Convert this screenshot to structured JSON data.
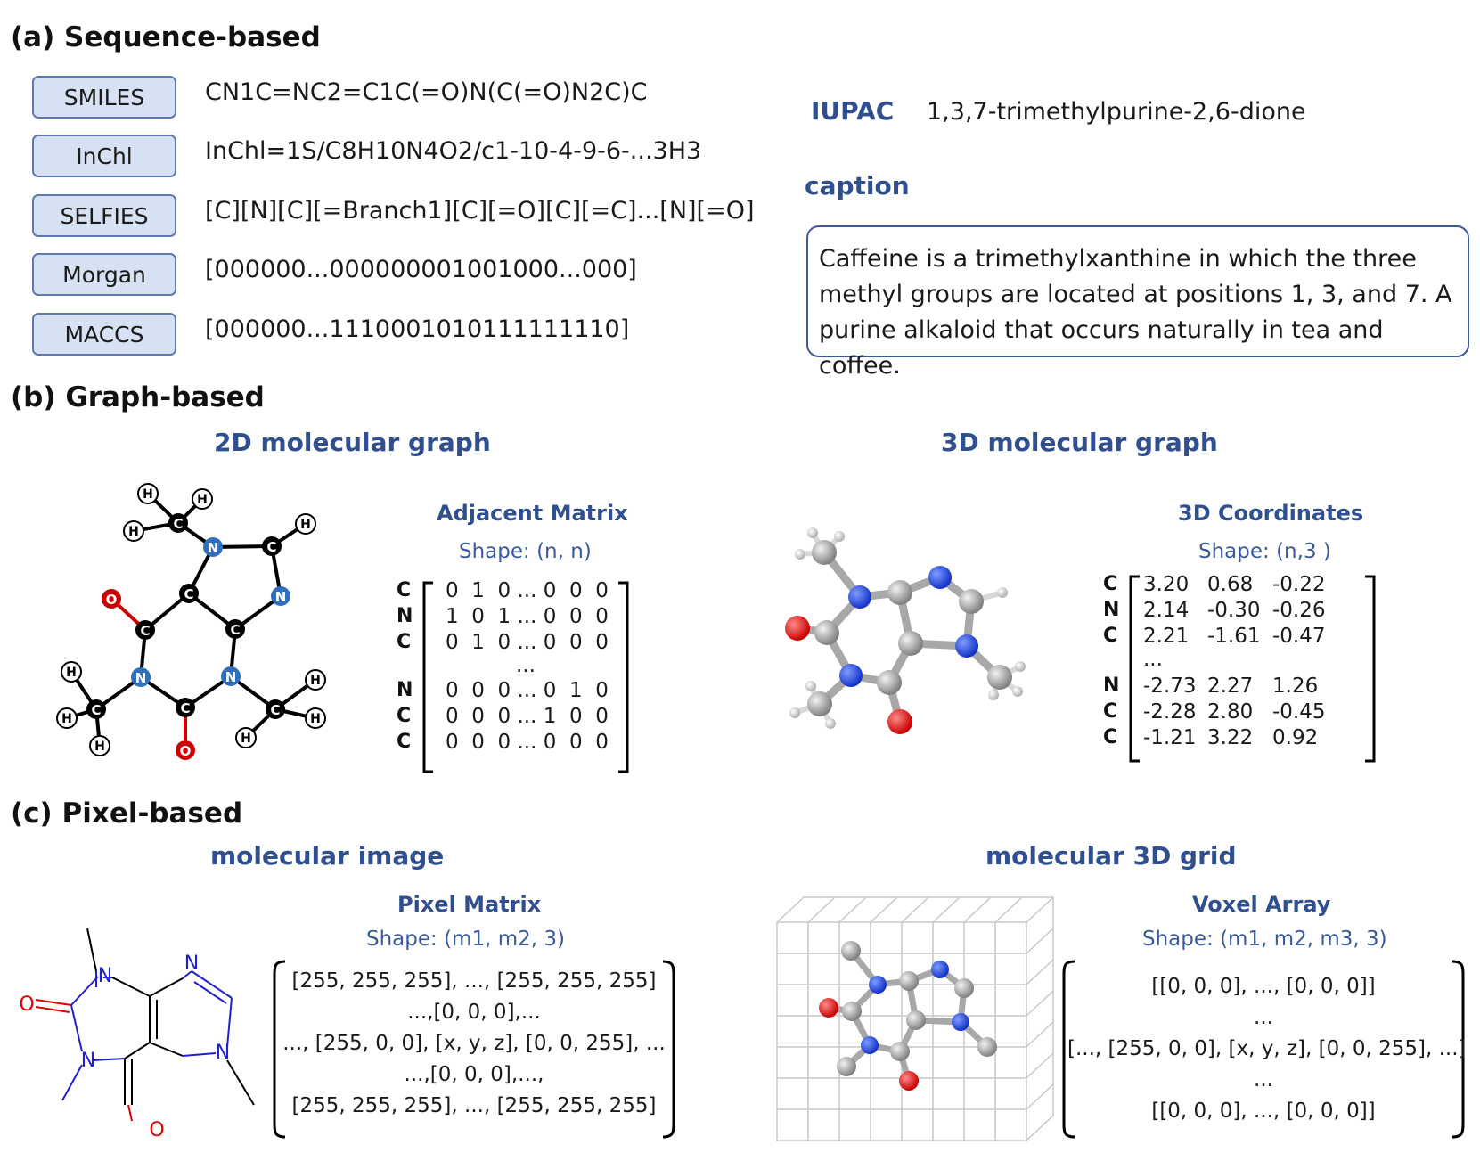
{
  "sections": {
    "a": "(a) Sequence-based",
    "b": "(b) Graph-based",
    "c": "(c) Pixel-based"
  },
  "sequence": {
    "formats": [
      {
        "name": "SMILES",
        "value": "CN1C=NC2=C1C(=O)N(C(=O)N2C)C"
      },
      {
        "name": "InChl",
        "value": "InChl=1S/C8H10N4O2/c1-10-4-9-6-...3H3"
      },
      {
        "name": "SELFIES",
        "value": "[C][N][C][=Branch1][C][=O][C][=C]...[N][=O]"
      },
      {
        "name": "Morgan",
        "value": "[000000...000000001001000...000]"
      },
      {
        "name": "MACCS",
        "value": "[000000...1110001010111111110]"
      }
    ],
    "iupac_label": "IUPAC",
    "iupac_value": "1,3,7-trimethylpurine-2,6-dione",
    "caption_label": "caption",
    "caption_text": "Caffeine is a trimethylxanthine in which the three methyl groups are located at positions 1, 3, and 7. A purine alkaloid that occurs naturally in tea and coffee."
  },
  "graph": {
    "g2d_title": "2D molecular graph",
    "g3d_title": "3D molecular graph",
    "adj": {
      "title": "Adjacent Matrix",
      "shape": "Shape: (n, n)",
      "row_labels": [
        "C",
        "N",
        "C",
        "",
        "N",
        "C",
        "C"
      ],
      "rows": [
        "0  1  0 ... 0  0  0",
        "1  0  1 ... 0  0  0",
        "0  1  0 ... 0  0  0",
        "...",
        "0  0  0 ... 0  1  0",
        "0  0  0 ... 1  0  0",
        "0  0  0 ... 0  0  0"
      ]
    },
    "coords": {
      "title": "3D Coordinates",
      "shape": "Shape: (n,3 )",
      "row_labels": [
        "C",
        "N",
        "C",
        "",
        "N",
        "C",
        "C"
      ],
      "rows": [
        [
          "3.20",
          "0.68",
          "-0.22"
        ],
        [
          "2.14",
          "-0.30",
          "-0.26"
        ],
        [
          "2.21",
          "-1.61",
          "-0.47"
        ],
        [
          "...",
          "",
          ""
        ],
        [
          "-2.73",
          "2.27",
          "1.26"
        ],
        [
          "-2.28",
          "2.80",
          "-0.45"
        ],
        [
          "-1.21",
          "3.22",
          "0.92"
        ]
      ]
    },
    "atoms": {
      "C": "C",
      "N": "N",
      "O": "O",
      "H": "H"
    }
  },
  "pixel": {
    "img_title": "molecular image",
    "grid_title": "molecular 3D grid",
    "pixel_matrix": {
      "title": "Pixel Matrix",
      "shape": "Shape: (m1, m2, 3)",
      "lines": [
        "[255, 255, 255], ..., [255, 255, 255]",
        "...,[0, 0, 0],...",
        "..., [255, 0, 0], [x, y, z], [0, 0, 255], ...",
        "...,[0, 0, 0],...,",
        "[255, 255, 255], ..., [255, 255, 255]"
      ]
    },
    "voxel_array": {
      "title": "Voxel Array",
      "shape": "Shape: (m1, m2, m3, 3)",
      "lines": [
        "[[0, 0, 0], ..., [0, 0, 0]]",
        "...",
        "[..., [255, 0, 0], [x, y, z], [0, 0, 255], ...]",
        "...",
        "[[0, 0, 0], ..., [0, 0, 0]]"
      ]
    },
    "skeletal_atoms": {
      "N": "N",
      "O": "O"
    }
  },
  "colors": {
    "title_blue": "#2f4f8f",
    "button_fill": "#d6e1f3",
    "button_border": "#5d79ad",
    "oxygen_red": "#cc0000",
    "nitrogen_blue": "#2e6fc0",
    "carbon_black": "#000000",
    "ball_carbon": "#9a9a9a",
    "ball_nitrogen": "#1f4fe0",
    "ball_oxygen": "#e21a1a"
  }
}
